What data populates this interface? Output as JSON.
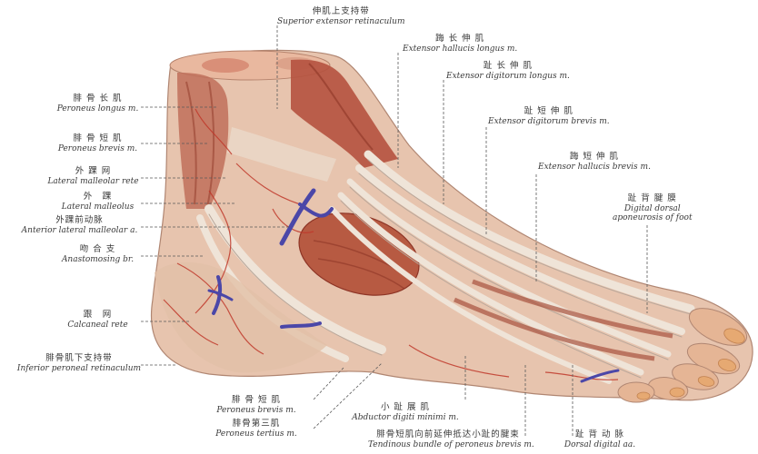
{
  "labels": {
    "superior_extensor_retinaculum": {
      "zh": "伸肌上支持带",
      "en": "Superior extensor retinaculum"
    },
    "extensor_hallucis_longus": {
      "zh": "踇 长 伸 肌",
      "en": "Extensor hallucis longus m."
    },
    "extensor_digitorum_longus": {
      "zh": "趾 长 伸 肌",
      "en": "Extensor digitorum longus m."
    },
    "extensor_digitorum_brevis": {
      "zh": "趾 短 伸 肌",
      "en": "Extensor digitorum brevis m."
    },
    "extensor_hallucis_brevis": {
      "zh": "踇 短 伸 肌",
      "en": "Extensor hallucis brevis m."
    },
    "digital_dorsal_aponeurosis": {
      "zh": "趾 背 腱 膜",
      "en1": "Digital dorsal",
      "en2": "aponeurosis of foot"
    },
    "peroneus_longus": {
      "zh": "腓 骨 长 肌",
      "en": "Peroneus longus m."
    },
    "peroneus_brevis_upper": {
      "zh": "腓 骨 短 肌",
      "en": "Peroneus brevis m."
    },
    "lateral_malleolar_rete": {
      "zh": "外 踝 网",
      "en": "Lateral malleolar rete"
    },
    "lateral_malleolus": {
      "zh": "外　踝",
      "en": "Lateral malleolus"
    },
    "anterior_lateral_malleolar_a": {
      "zh": "外踝前动脉",
      "en": "Anterior lateral malleolar a."
    },
    "anastomosing_br": {
      "zh": "吻 合 支",
      "en": "Anastomosing br."
    },
    "calcaneal_rete": {
      "zh": "跟　网",
      "en": "Calcaneal rete"
    },
    "inferior_peroneal_retinaculum": {
      "zh": "腓骨肌下支持带",
      "en": "Inferior peroneal retinaculum"
    },
    "peroneus_brevis_lower": {
      "zh": "腓 骨 短 肌",
      "en": "Peroneus brevis m."
    },
    "peroneus_tertius": {
      "zh": "腓骨第三肌",
      "en": "Peroneus tertius m."
    },
    "abductor_digiti_minimi": {
      "zh": "小 趾 展 肌",
      "en": "Abductor digiti minimi m."
    },
    "tendinous_bundle": {
      "zh": "腓骨短肌向前延伸抵达小趾的腱束",
      "en": "Tendinous bundle of peroneus brevis m."
    },
    "dorsal_digital_aa": {
      "zh": "趾 背 动 脉",
      "en": "Dorsal digital aa."
    }
  },
  "colors": {
    "muscle": "#b5523f",
    "muscle_dark": "#8e3526",
    "tendon": "#e8dcd0",
    "tendon_shadow": "#b9a79a",
    "skin": "#e9c9b4",
    "fascia": "#d9b9a5",
    "vein": "#4b47a8",
    "artery": "#c0392b",
    "leader": "#5a5a5a",
    "nail": "#e6a972"
  }
}
